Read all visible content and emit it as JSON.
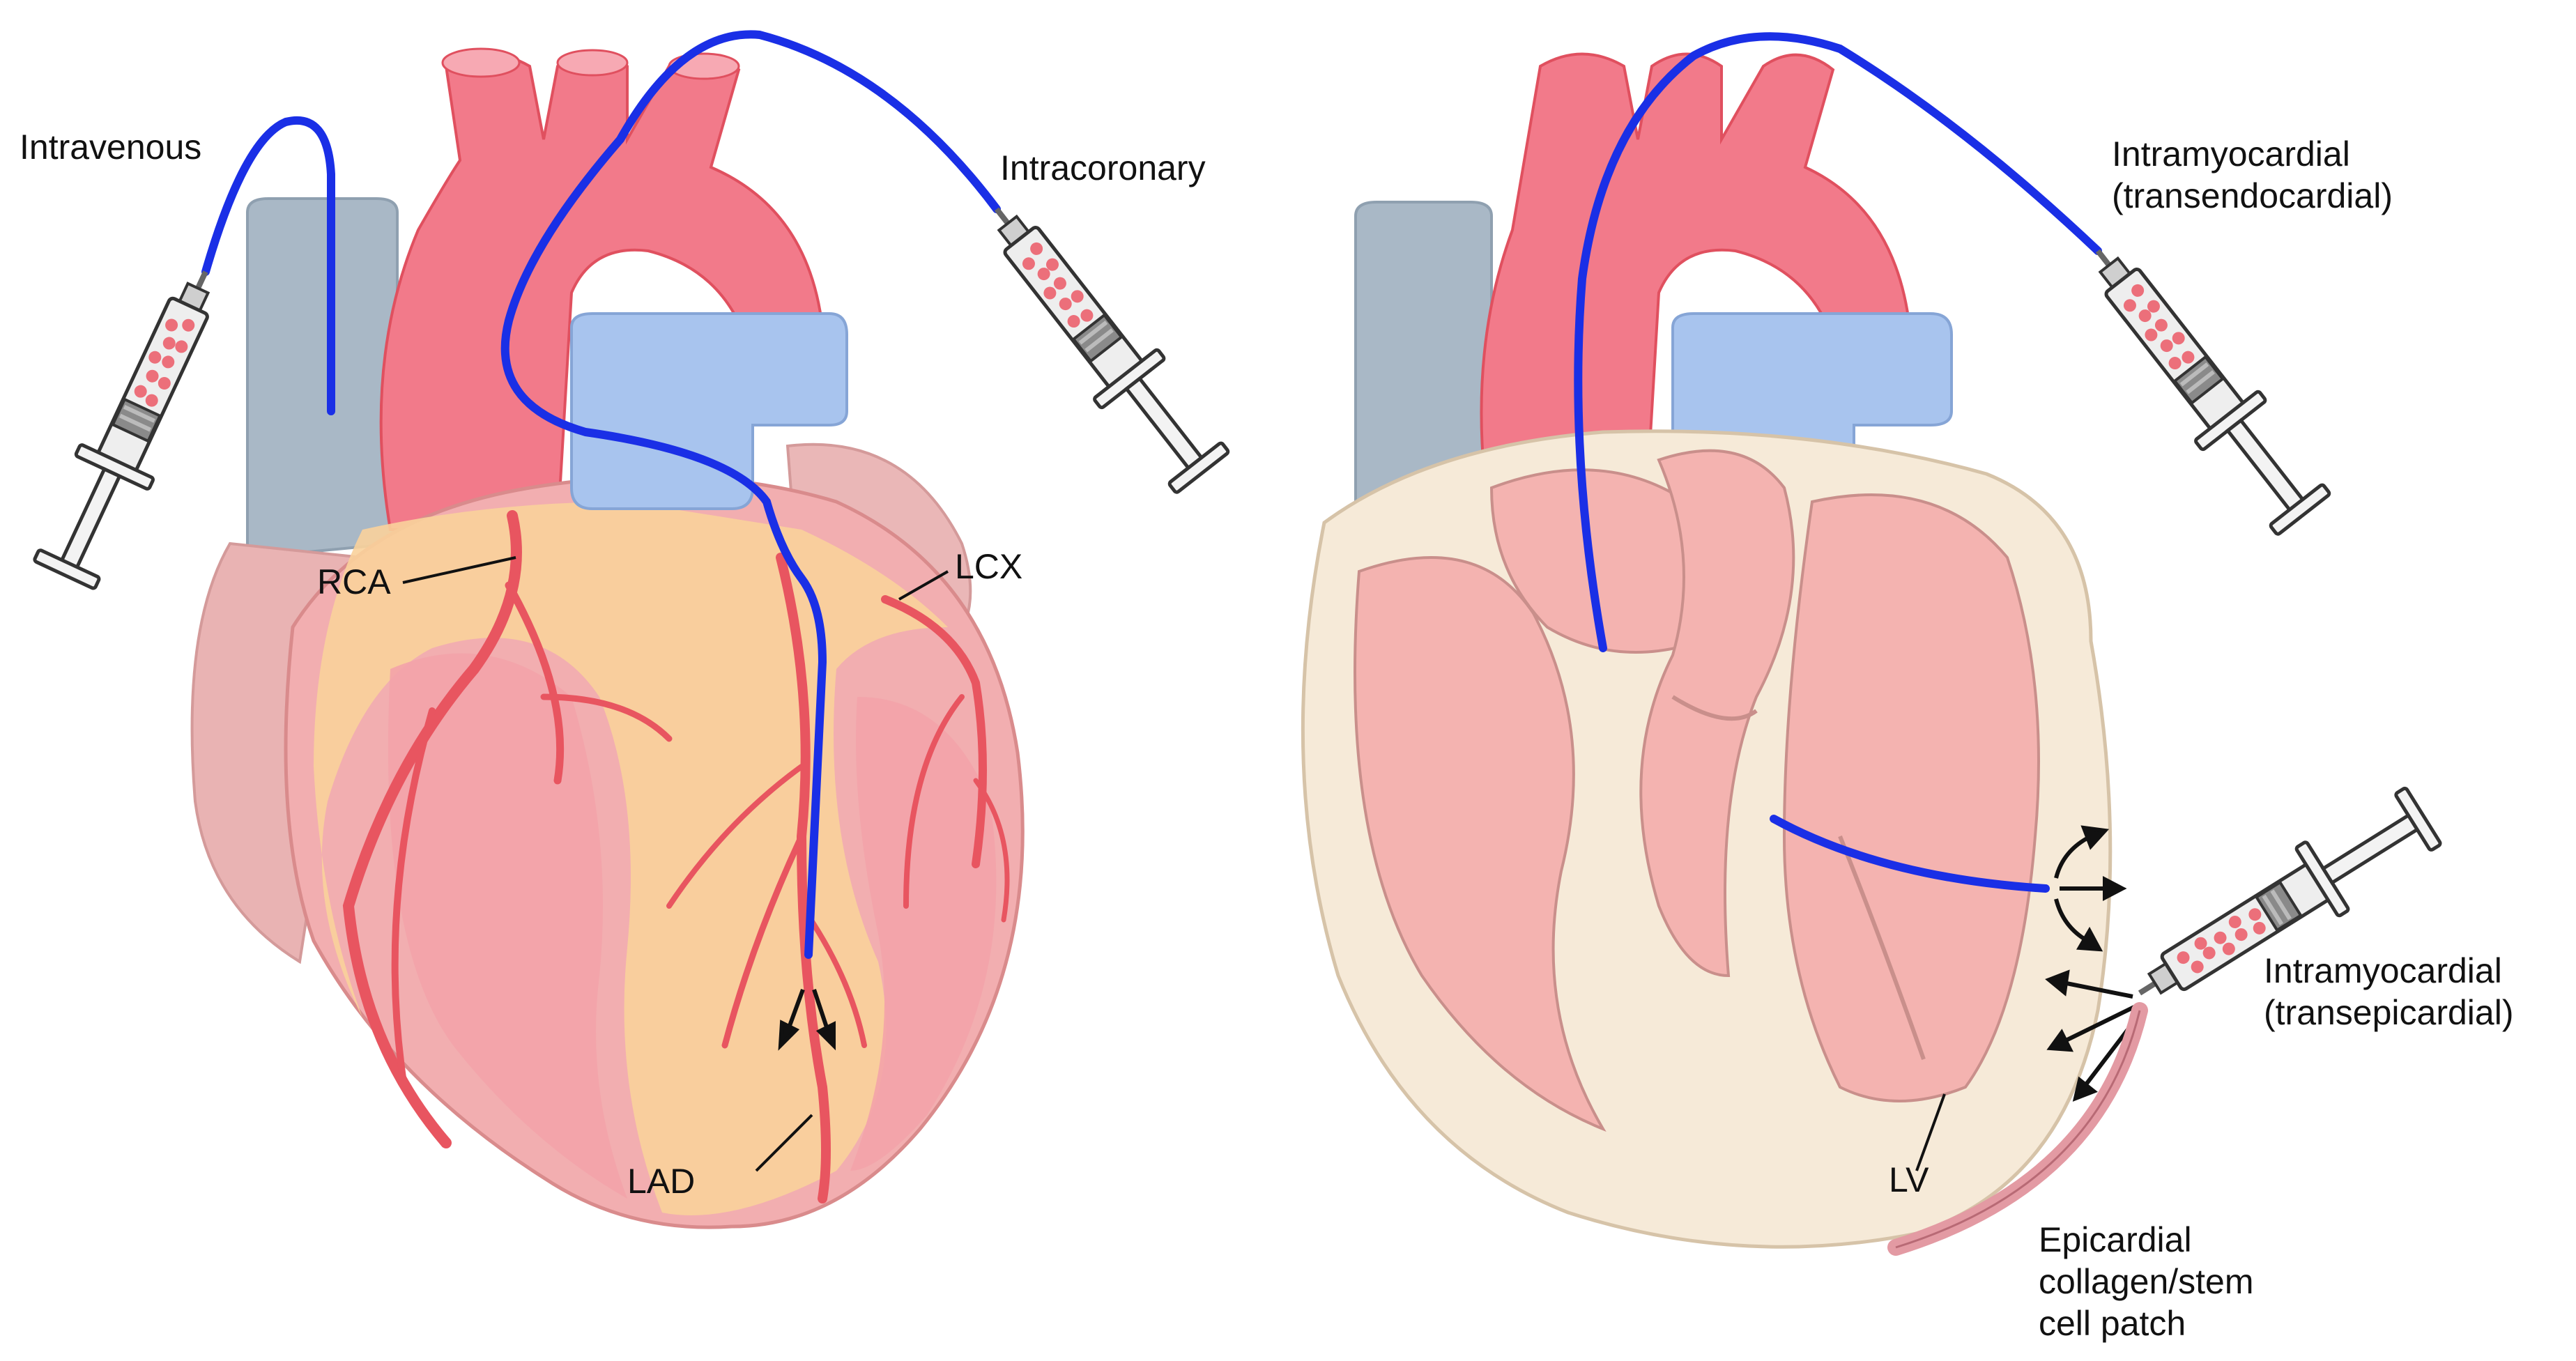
{
  "colors": {
    "aorta": "#f27a8a",
    "aorta_dark": "#e0505f",
    "vein": "#a9b8c6",
    "pulmonary": "#a8c4ee",
    "heart_muscle": "#f2aeb0",
    "heart_edge": "#d98b8c",
    "fat": "#f9d29b",
    "artery": "#e85560",
    "wall": "#f6ead8",
    "wall_edge": "#d6c3a8",
    "chamber": "#f4b3b0",
    "catheter": "#1a2fe6",
    "syringe": "#e6e6e6",
    "cells": "#ec6f7a",
    "patch": "#e39aa3"
  },
  "labels": {
    "intravenous": "Intravenous",
    "intracoronary": "Intracoronary",
    "rca": "RCA",
    "lcx": "LCX",
    "lad": "LAD",
    "transendo_line1": "Intramyocardial",
    "transendo_line2": "(transendocardial)",
    "transepi_line1": "Intramyocardial",
    "transepi_line2": "(transepicardial)",
    "lv": "LV",
    "patch_line1": "Epicardial",
    "patch_line2": "collagen/stem",
    "patch_line3": "cell patch"
  }
}
